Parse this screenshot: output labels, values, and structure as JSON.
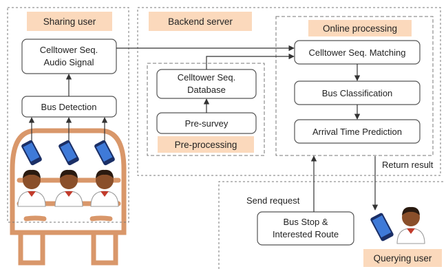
{
  "regions": {
    "sharing_user": "Sharing user",
    "backend_server": "Backend server",
    "online_processing": "Online processing",
    "pre_processing": "Pre-processing",
    "querying_user": "Querying user"
  },
  "boxes": {
    "audio_signal_line1": "Celltower Seq.",
    "audio_signal_line2": "Audio Signal",
    "bus_detection": "Bus Detection",
    "database_line1": "Celltower Seq.",
    "database_line2": "Database",
    "pre_survey": "Pre-survey",
    "matching": "Celltower Seq. Matching",
    "classification": "Bus Classification",
    "arrival_prediction": "Arrival Time Prediction",
    "bus_stop_line1": "Bus Stop &",
    "bus_stop_line2": "Interested Route"
  },
  "edge_labels": {
    "send_request": "Send request",
    "return_result": "Return result"
  },
  "colors": {
    "header_fill": "#fbd9bc",
    "bus_outline": "#d9976a",
    "box_stroke": "#555555",
    "dash_stroke": "#777777",
    "phone_blue": "#2a56b3",
    "person_skin": "#8a4f2a"
  },
  "icons": [
    "bus-outline-icon",
    "smartphone-icon",
    "person-icon"
  ]
}
